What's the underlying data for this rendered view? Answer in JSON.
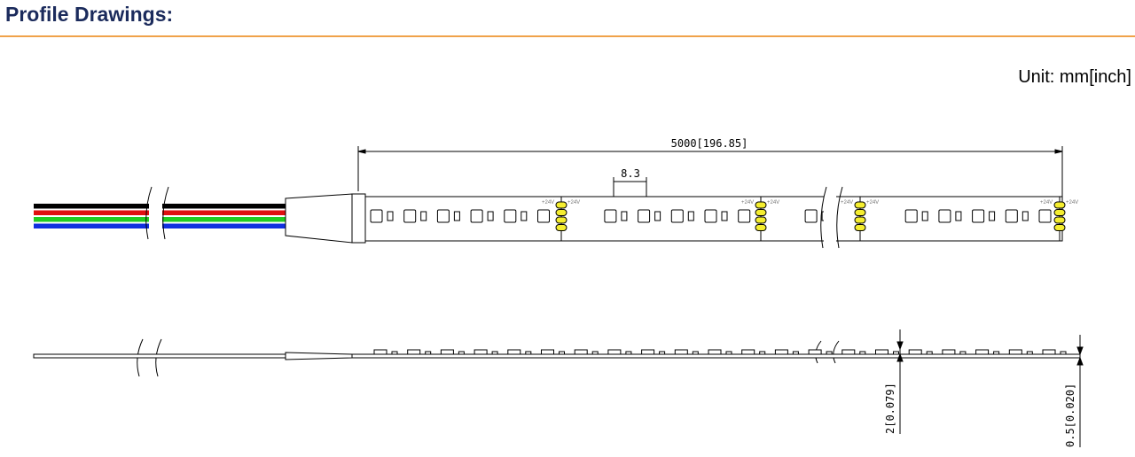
{
  "header": {
    "title": "Profile Drawings:",
    "unit": "Unit: mm[inch]"
  },
  "drawing": {
    "length_label": "5000[196.85]",
    "pitch_label": "8.3",
    "voltage_label": "+24V",
    "height_label": "2[0.079]",
    "thickness_label": "0.5[0.020]",
    "wire_colors": [
      "#000000",
      "#e01010",
      "#22cc22",
      "#1030e0"
    ],
    "led_color": "#f5ee30"
  }
}
